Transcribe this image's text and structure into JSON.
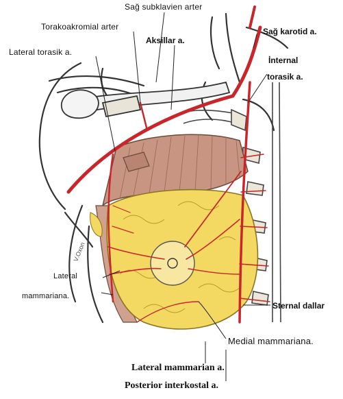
{
  "labels": {
    "subclavian": "Sağ subklavien arter",
    "thoracoacromial": "Torakoakromial arter",
    "carotid": "Sağ karotid a.",
    "axillary": "Aksillar a.",
    "lateral_thoracic": "Lateral torasik a.",
    "internal_thoracic_1": "İnternal",
    "internal_thoracic_2": "torasik a.",
    "lateral_mammary_1": "Lateral",
    "lateral_mammary_2": "mammariana.",
    "sternal_branches": "Sternal dallar",
    "medial_mammary": "Medial mammariana.",
    "lateral_mammarian_en": "Lateral mammarian a.",
    "posterior_intercostal_en": "Posterior interkostal a.",
    "signature": "V.Oxon"
  },
  "colors": {
    "artery": "#c9262b",
    "muscle": "#c89583",
    "breast_tissue": "#f3d862",
    "outline": "#333333",
    "background": "#ffffff"
  }
}
